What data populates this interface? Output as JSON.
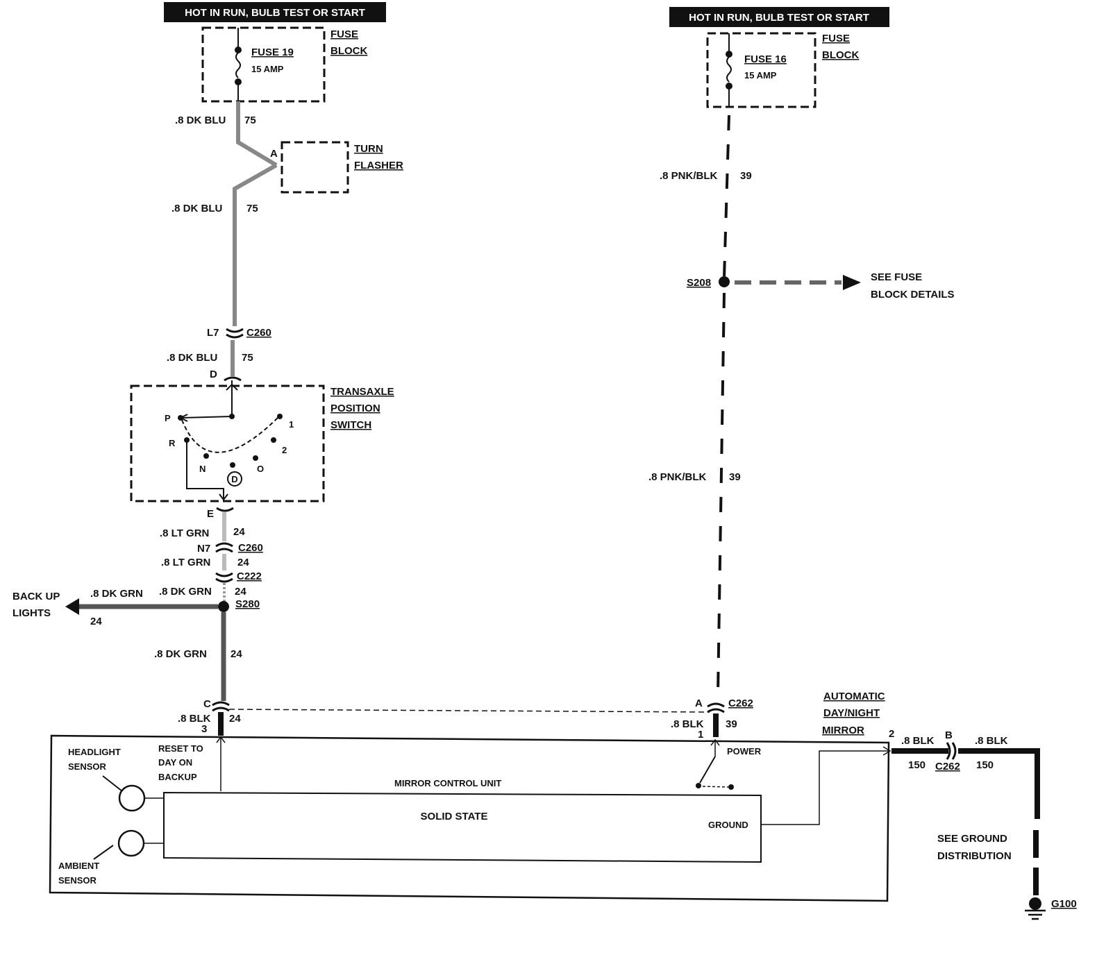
{
  "left_banner": "HOT IN RUN, BULB TEST OR START",
  "right_banner": "HOT IN RUN, BULB TEST OR START",
  "fuse_block_label_1": "FUSE",
  "fuse_block_label_2": "BLOCK",
  "fuse19": {
    "name": "FUSE 19",
    "rating": "15 AMP"
  },
  "fuse16": {
    "name": "FUSE 16",
    "rating": "15 AMP"
  },
  "wires": {
    "dk_blu": ".8 DK BLU",
    "dk_blu_num": "75",
    "lt_grn": ".8 LT GRN",
    "lt_grn_num": "24",
    "dk_grn": ".8 DK GRN",
    "dk_grn_num": "24",
    "blk": ".8 BLK",
    "pnk_blk": ".8 PNK/BLK",
    "pnk_blk_num": "39",
    "blk_150": "150"
  },
  "turn_flasher": {
    "line1": "TURN",
    "line2": "FLASHER",
    "pin": "A"
  },
  "connectors": {
    "c260": "C260",
    "c222": "C222",
    "c262": "C262",
    "l7": "L7",
    "n7": "N7",
    "pin_d": "D",
    "pin_e": "E",
    "pin_c": "C",
    "pin_3": "3",
    "pin_a": "A",
    "pin_1": "1",
    "pin_2": "2",
    "pin_b": "B"
  },
  "transaxle": {
    "line1": "TRANSAXLE",
    "line2": "POSITION",
    "line3": "SWITCH",
    "positions": {
      "p": "P",
      "r": "R",
      "n": "N",
      "d": "D",
      "o": "O",
      "two": "2",
      "one": "1"
    }
  },
  "splices": {
    "s280": "S280",
    "s208": "S208"
  },
  "backup_lights": {
    "line1": "BACK UP",
    "line2": "LIGHTS"
  },
  "see_fuse": {
    "line1": "SEE FUSE",
    "line2": "BLOCK DETAILS"
  },
  "see_ground": {
    "line1": "SEE GROUND",
    "line2": "DISTRIBUTION"
  },
  "ground": "G100",
  "mirror": {
    "line1": "AUTOMATIC",
    "line2": "DAY/NIGHT",
    "line3": "MIRROR"
  },
  "mirror_unit": {
    "headlight_1": "HEADLIGHT",
    "headlight_2": "SENSOR",
    "ambient_1": "AMBIENT",
    "ambient_2": "SENSOR",
    "reset_1": "RESET TO",
    "reset_2": "DAY ON",
    "reset_3": "BACKUP",
    "control_unit": "MIRROR CONTROL UNIT",
    "solid_state": "SOLID STATE",
    "power": "POWER",
    "ground": "GROUND"
  }
}
